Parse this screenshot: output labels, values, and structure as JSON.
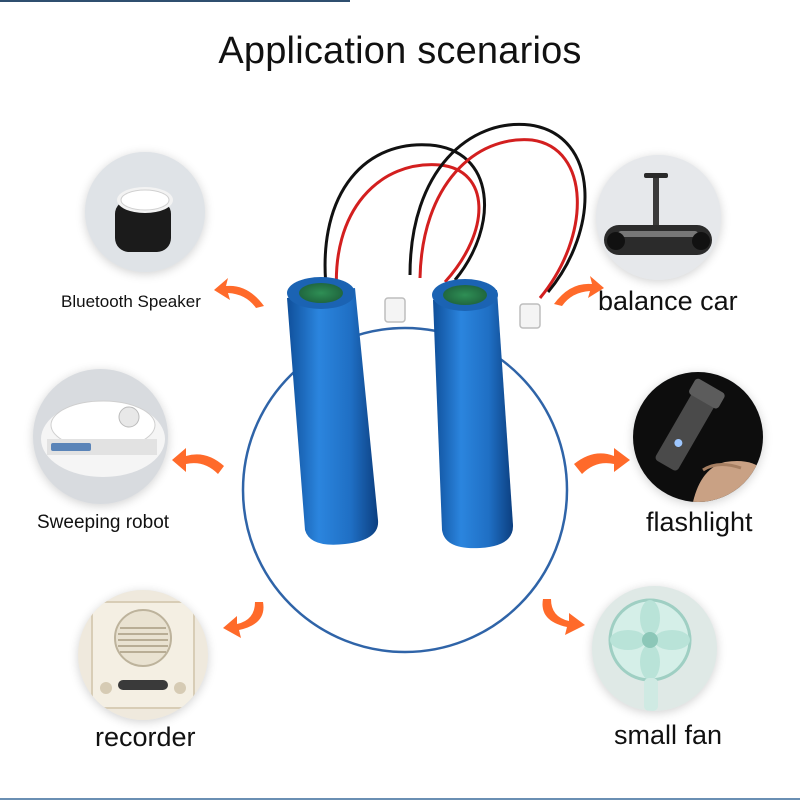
{
  "title": "Application scenarios",
  "scenarios": [
    {
      "label": "Bluetooth Speaker",
      "icon": "bluetooth-speaker-icon"
    },
    {
      "label": "balance car",
      "icon": "balance-car-icon"
    },
    {
      "label": "Sweeping robot",
      "icon": "sweeping-robot-icon"
    },
    {
      "label": "flashlight",
      "icon": "flashlight-icon"
    },
    {
      "label": "recorder",
      "icon": "recorder-icon"
    },
    {
      "label": "small fan",
      "icon": "small-fan-icon"
    }
  ],
  "colors": {
    "battery": "#1f6fc4",
    "arrow": "#ff6a2a",
    "ring": "#2f64a8",
    "wire_red": "#d31f1f",
    "wire_black": "#111111"
  }
}
